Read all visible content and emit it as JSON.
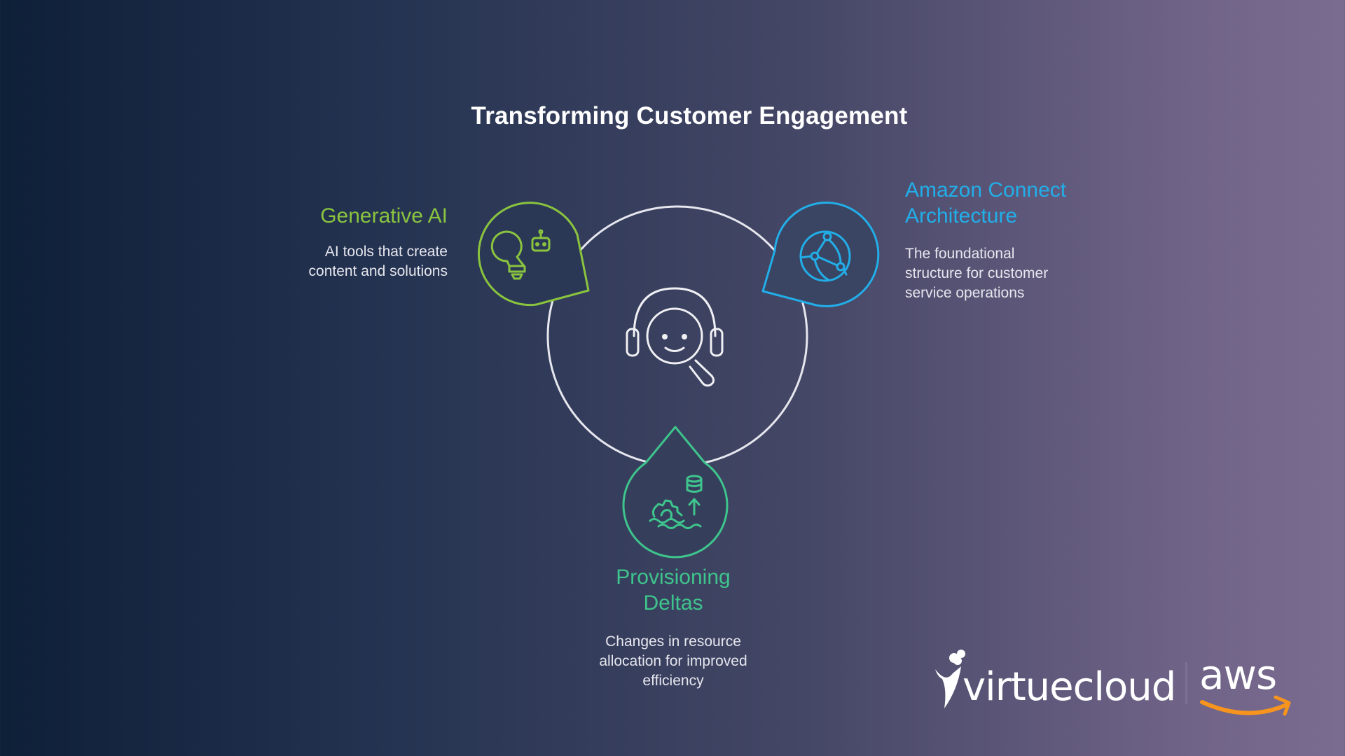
{
  "title": "Transforming Customer Engagement",
  "center": {
    "icon": "customer-support-headset-search-icon"
  },
  "nodes": {
    "generative_ai": {
      "title": "Generative AI",
      "description_lines": [
        "AI tools that create",
        "content and solutions"
      ],
      "color": "#8ac43f",
      "icon": "lightbulb-robot-icon"
    },
    "amazon_connect": {
      "title_lines": [
        "Amazon Connect",
        "Architecture"
      ],
      "description_lines": [
        "The foundational",
        "structure for customer",
        "service operations"
      ],
      "color": "#22aee8",
      "icon": "network-globe-icon"
    },
    "provisioning": {
      "title_lines": [
        "Provisioning",
        "Deltas"
      ],
      "description_lines": [
        "Changes in resource",
        "allocation for improved",
        "efficiency"
      ],
      "color": "#3ec48c",
      "icon": "gear-database-arrow-icon"
    }
  },
  "branding": {
    "virtuecloud_logo_text": "virtuecloud",
    "aws_logo_text": "aws",
    "aws_smile_color": "#f7941d"
  }
}
